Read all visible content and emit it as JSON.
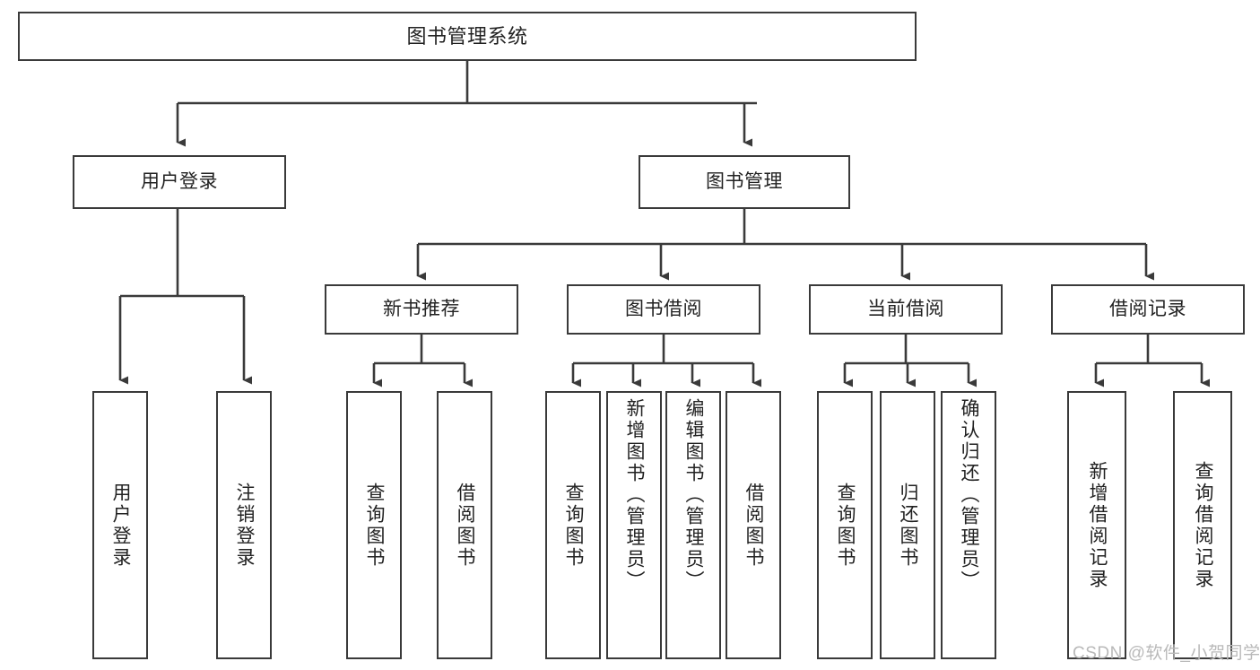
{
  "diagram": {
    "type": "tree-hierarchy",
    "title": "图书管理系统",
    "root": {
      "label": "图书管理系统"
    },
    "level1": [
      {
        "id": "user-login",
        "label": "用户登录"
      },
      {
        "id": "book-manage",
        "label": "图书管理"
      }
    ],
    "level2": [
      {
        "id": "new-book-rec",
        "label": "新书推荐",
        "parent": "book-manage"
      },
      {
        "id": "book-borrow",
        "label": "图书借阅",
        "parent": "book-manage"
      },
      {
        "id": "current-borrow",
        "label": "当前借阅",
        "parent": "book-manage"
      },
      {
        "id": "borrow-record",
        "label": "借阅记录",
        "parent": "book-manage"
      }
    ],
    "leaves": [
      {
        "id": "leaf-user-login",
        "label": "用户登录",
        "parent": "user-login"
      },
      {
        "id": "leaf-logout",
        "label": "注销登录",
        "parent": "user-login"
      },
      {
        "id": "leaf-query-book-1",
        "label": "查询图书",
        "parent": "new-book-rec"
      },
      {
        "id": "leaf-borrow-book-1",
        "label": "借阅图书",
        "parent": "new-book-rec"
      },
      {
        "id": "leaf-query-book-2",
        "label": "查询图书",
        "parent": "book-borrow"
      },
      {
        "id": "leaf-add-book",
        "label": "新增图书（管理员）",
        "parent": "book-borrow"
      },
      {
        "id": "leaf-edit-book",
        "label": "编辑图书（管理员）",
        "parent": "book-borrow"
      },
      {
        "id": "leaf-borrow-book-2",
        "label": "借阅图书",
        "parent": "book-borrow"
      },
      {
        "id": "leaf-query-book-3",
        "label": "查询图书",
        "parent": "current-borrow"
      },
      {
        "id": "leaf-return-book",
        "label": "归还图书",
        "parent": "current-borrow"
      },
      {
        "id": "leaf-confirm-return",
        "label": "确认归还（管理员）",
        "parent": "current-borrow"
      },
      {
        "id": "leaf-add-record",
        "label": "新增借阅记录",
        "parent": "borrow-record"
      },
      {
        "id": "leaf-query-record",
        "label": "查询借阅记录",
        "parent": "borrow-record"
      }
    ],
    "colors": {
      "stroke": "#3a3a3a",
      "box_fill": "#ffffff",
      "text": "#222222",
      "watermark": "#b9b9b9"
    }
  },
  "watermark": {
    "text": "CSDN @软件_小贺同学"
  }
}
